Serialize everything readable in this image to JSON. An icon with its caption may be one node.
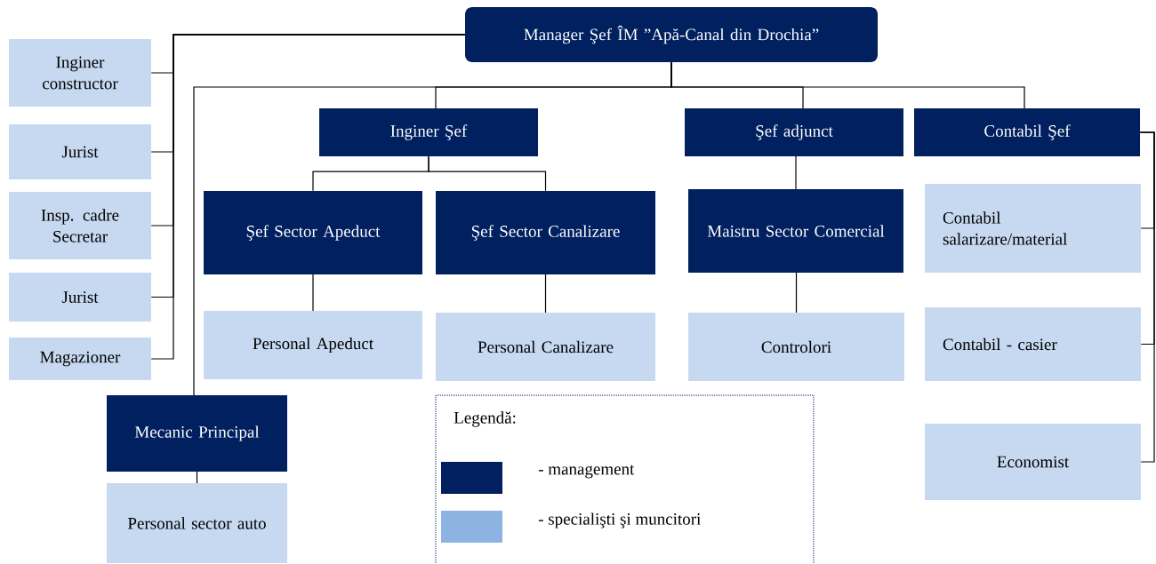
{
  "diagram": {
    "nodes": [
      {
        "text": [
          "Manager Şef ÎM ”Apă-Canal din Drochia”"
        ]
      },
      {
        "text": [
          "Inginer constructor"
        ]
      },
      {
        "text": [
          "Jurist"
        ]
      },
      {
        "text": [
          "Insp. cadre Secretar"
        ]
      },
      {
        "text": [
          "Jurist"
        ]
      },
      {
        "text": [
          "Magazioner"
        ]
      },
      {
        "text": [
          "Inginer Şef"
        ]
      },
      {
        "text": [
          "Şef adjunct"
        ]
      },
      {
        "text": [
          "Contabil Şef"
        ]
      },
      {
        "text": [
          "Şef Sector Apeduct"
        ]
      },
      {
        "text": [
          "Şef Sector Canalizare"
        ]
      },
      {
        "text": [
          "Maistru Sector Comercial"
        ]
      },
      {
        "text": [
          "Contabil salarizare/material"
        ]
      },
      {
        "text": [
          "Personal Apeduct"
        ]
      },
      {
        "text": [
          "Personal Canalizare"
        ]
      },
      {
        "text": [
          "Controlori"
        ]
      },
      {
        "text": [
          "Contabil - casier"
        ]
      },
      {
        "text": [
          "Mecanic Principal"
        ]
      },
      {
        "text": [
          "Economist"
        ]
      },
      {
        "text": [
          "Personal sector auto"
        ]
      }
    ],
    "edges": [
      {
        "from": 0,
        "to": 1,
        "arrow": "none"
      },
      {
        "from": 0,
        "to": 2,
        "arrow": "none"
      },
      {
        "from": 0,
        "to": 3,
        "arrow": "none"
      },
      {
        "from": 0,
        "to": 4,
        "arrow": "none"
      },
      {
        "from": 0,
        "to": 5,
        "arrow": "none"
      },
      {
        "from": 0,
        "to": 6,
        "arrow": "none"
      },
      {
        "from": 0,
        "to": 7,
        "arrow": "none"
      },
      {
        "from": 0,
        "to": 8,
        "arrow": "none"
      },
      {
        "from": 0,
        "to": 17,
        "arrow": "none"
      },
      {
        "from": 6,
        "to": 9,
        "arrow": "none"
      },
      {
        "from": 6,
        "to": 10,
        "arrow": "none"
      },
      {
        "from": 9,
        "to": 13,
        "arrow": "none"
      },
      {
        "from": 10,
        "to": 14,
        "arrow": "none"
      },
      {
        "from": 7,
        "to": 11,
        "arrow": "none"
      },
      {
        "from": 11,
        "to": 15,
        "arrow": "none"
      },
      {
        "from": 8,
        "to": 12,
        "arrow": "none"
      },
      {
        "from": 8,
        "to": 16,
        "arrow": "none"
      },
      {
        "from": 8,
        "to": 18,
        "arrow": "none"
      },
      {
        "from": 17,
        "to": 19,
        "arrow": "none"
      }
    ],
    "labels": [
      "Legendă:"
    ],
    "legend": [
      {
        "text": "- management",
        "color": "#002060"
      },
      {
        "text": "- specialişti şi muncitori",
        "color": "#8db3e2"
      }
    ]
  }
}
